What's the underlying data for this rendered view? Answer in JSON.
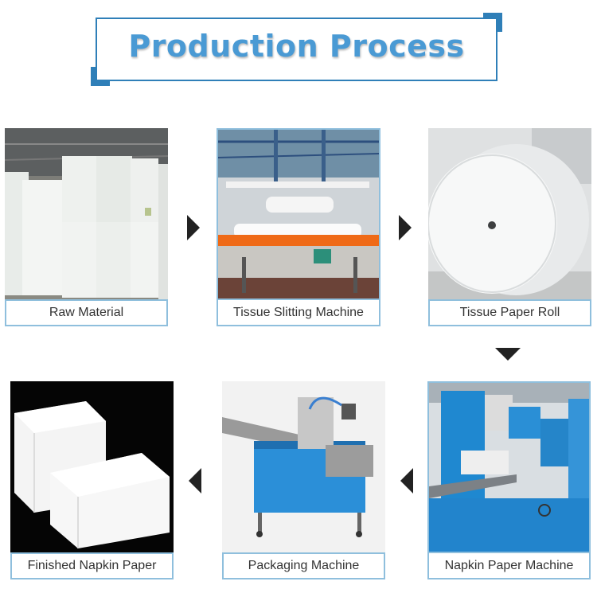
{
  "header": {
    "title": "Production Process"
  },
  "steps": [
    {
      "label": "Raw Material",
      "icon": "paper-rolls-photo"
    },
    {
      "label": "Tissue Slitting Machine",
      "icon": "slitting-machine-photo"
    },
    {
      "label": "Tissue Paper Roll",
      "icon": "jumbo-roll-photo"
    },
    {
      "label": "Napkin Paper Machine",
      "icon": "napkin-machine-photo"
    },
    {
      "label": "Packaging Machine",
      "icon": "packaging-machine-photo"
    },
    {
      "label": "Finished Napkin Paper",
      "icon": "napkins-photo"
    }
  ],
  "colors": {
    "accent": "#2f7fb8",
    "title": "#4a9ad4",
    "caption_border": "#8fbfdd",
    "arrow": "#222222"
  }
}
